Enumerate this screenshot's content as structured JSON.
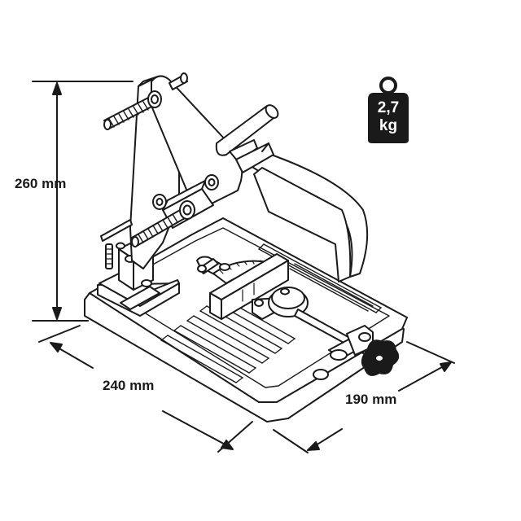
{
  "dimensions": {
    "height": "260 mm",
    "width": "240 mm",
    "depth": "190 mm"
  },
  "weight": {
    "value": "2,7",
    "unit": "kg",
    "icon": "weight-icon"
  },
  "colors": {
    "line": "#1a1a1a",
    "badge": "#1a1a1a",
    "fill": "#ffffff"
  }
}
